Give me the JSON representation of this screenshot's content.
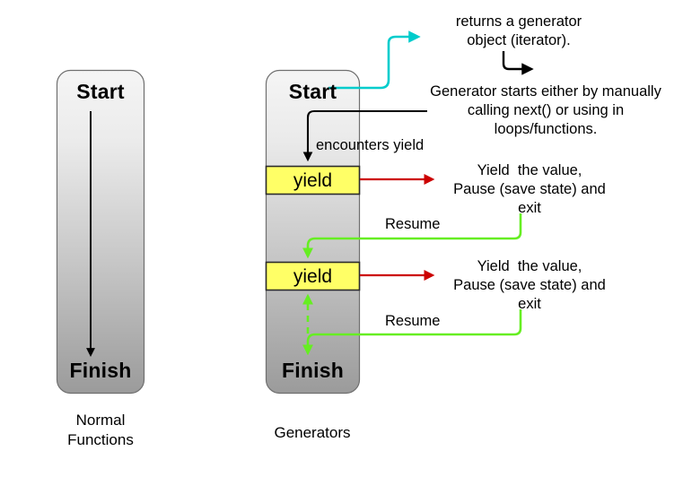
{
  "diagram": {
    "title_hidden": "",
    "background_color": "#ffffff",
    "colors": {
      "box_fill_top": "#f2f2f2",
      "box_fill_bottom": "#9e9e9e",
      "box_border": "#666666",
      "yield_fill": "#ffff66",
      "yield_border": "#333333",
      "arrow_black": "#000000",
      "arrow_cyan": "#00cccc",
      "arrow_red": "#cc0000",
      "arrow_green": "#66ee22",
      "text": "#000000"
    },
    "left_column": {
      "name": "normal-functions",
      "start_label": "Start",
      "finish_label": "Finish",
      "caption_line1": "Normal",
      "caption_line2": "Functions"
    },
    "right_column": {
      "name": "generators",
      "start_label": "Start",
      "finish_label": "Finish",
      "caption": "Generators",
      "yield_blocks": [
        {
          "label": "yield"
        },
        {
          "label": "yield"
        }
      ]
    },
    "annotations": {
      "returns_generator": {
        "line1": "returns a generator",
        "line2": "object (iterator)."
      },
      "generator_starts": {
        "line1": "Generator starts either by manually",
        "line2": "calling next() or using in",
        "line3": "loops/functions."
      },
      "encounters_yield": "encounters yield",
      "yield_exit_1": {
        "line1": "Yield  the value,",
        "line2": "Pause (save state) and",
        "line3": "exit"
      },
      "yield_exit_2": {
        "line1": "Yield  the value,",
        "line2": "Pause (save state) and",
        "line3": "exit"
      },
      "resume_1": "Resume",
      "resume_2": "Resume"
    }
  }
}
